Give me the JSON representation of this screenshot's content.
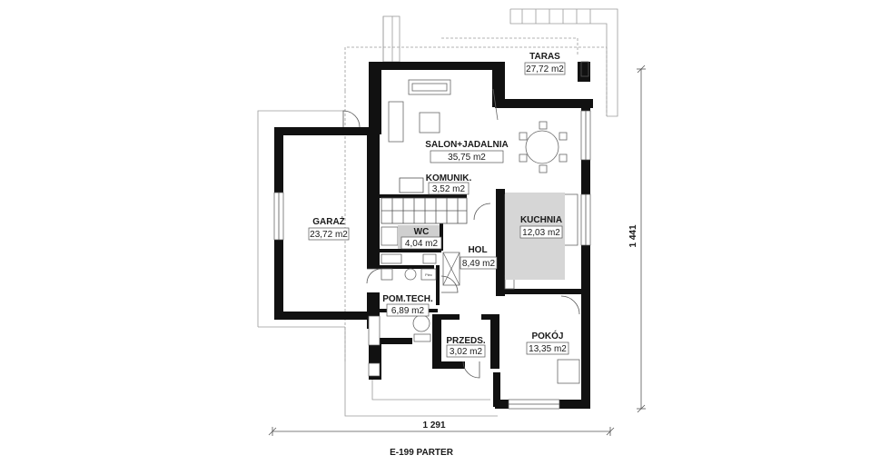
{
  "rooms": {
    "taras": {
      "name": "TARAS",
      "area": "27,72 m2"
    },
    "salon": {
      "name": "SALON+JADALNIA",
      "area": "35,75 m2"
    },
    "komunik": {
      "name": "KOMUNIK.",
      "area": "3,52 m2"
    },
    "garaz": {
      "name": "GARAŻ",
      "area": "23,72 m2"
    },
    "wc": {
      "name": "WC",
      "area": "4,04 m2"
    },
    "kuchnia": {
      "name": "KUCHNIA",
      "area": "12,03 m2"
    },
    "hol": {
      "name": "HOL",
      "area": "8,49 m2"
    },
    "pomtech": {
      "name": "POM.TECH.",
      "area": "6,89 m2"
    },
    "przeds": {
      "name": "PRZEDS.",
      "area": "3,02 m2"
    },
    "pokoj": {
      "name": "POKÓJ",
      "area": "13,35 m2"
    }
  },
  "dimensions": {
    "width": "1 291",
    "depth": "1 441"
  },
  "appliance_label": "Piec",
  "plan_title": "E-199 PARTER",
  "colors": {
    "wall": "#111111",
    "kitchen_island": "#d6d6d6",
    "wc_fill": "#cfcfcf"
  }
}
